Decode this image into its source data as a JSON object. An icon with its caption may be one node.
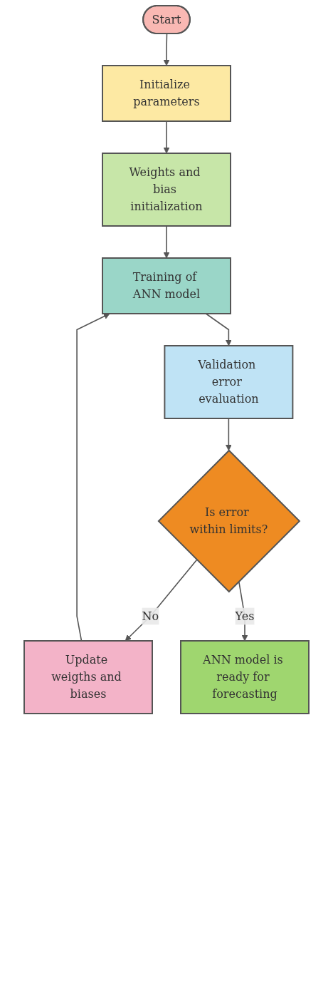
{
  "diagram": {
    "nodes": [
      {
        "text": [
          "Start"
        ]
      },
      {
        "text": [
          "Initialize parameters"
        ]
      },
      {
        "text": [
          "Weights and bias initialization"
        ]
      },
      {
        "text": [
          "Training of ANN model"
        ]
      },
      {
        "text": [
          "Validation error evaluation"
        ]
      },
      {
        "text": [
          "Is error within limits?"
        ]
      },
      {
        "text": [
          "Update weigths and biases"
        ]
      },
      {
        "text": [
          "ANN model is ready for forecasting"
        ]
      }
    ],
    "edges": [
      {
        "from": 0,
        "to": 1,
        "arrow": "to"
      },
      {
        "from": 1,
        "to": 2,
        "arrow": "to"
      },
      {
        "from": 2,
        "to": 3,
        "arrow": "to"
      },
      {
        "from": 3,
        "to": 4,
        "arrow": "to"
      },
      {
        "from": 4,
        "to": 5,
        "arrow": "to"
      },
      {
        "from": 5,
        "to": 6,
        "label": "No",
        "arrow": "to"
      },
      {
        "from": 6,
        "to": 3,
        "arrow": "to"
      },
      {
        "from": 5,
        "to": 7,
        "label": "Yes",
        "arrow": "to"
      }
    ]
  }
}
